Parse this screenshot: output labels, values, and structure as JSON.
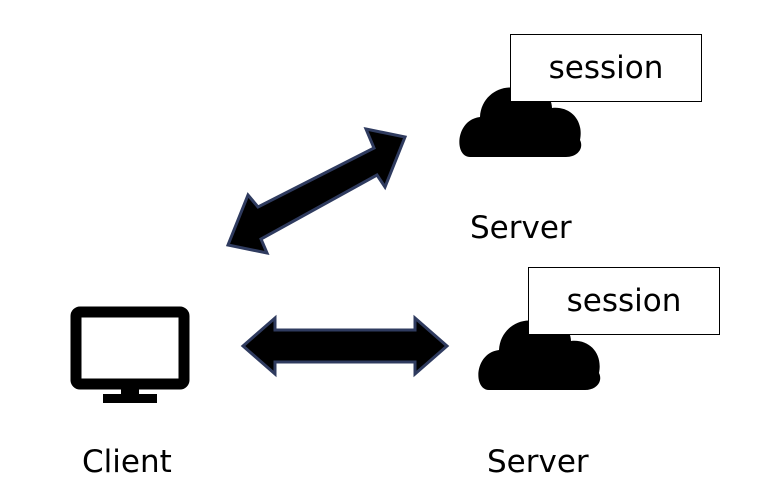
{
  "client": {
    "label": "Client",
    "icon": "monitor-icon"
  },
  "servers": [
    {
      "label": "Server",
      "session_label": "session",
      "icon": "cloud-icon"
    },
    {
      "label": "Server",
      "session_label": "session",
      "icon": "cloud-icon"
    }
  ],
  "connections": [
    {
      "from": "client",
      "to": "servers.0",
      "style": "double-headed-arrow"
    },
    {
      "from": "client",
      "to": "servers.1",
      "style": "double-headed-arrow"
    }
  ],
  "colors": {
    "background": "#ffffff",
    "icon_fill": "#000000",
    "arrow_fill": "#000000",
    "arrow_stroke": "#2f3b5f",
    "box_border": "#000000"
  }
}
